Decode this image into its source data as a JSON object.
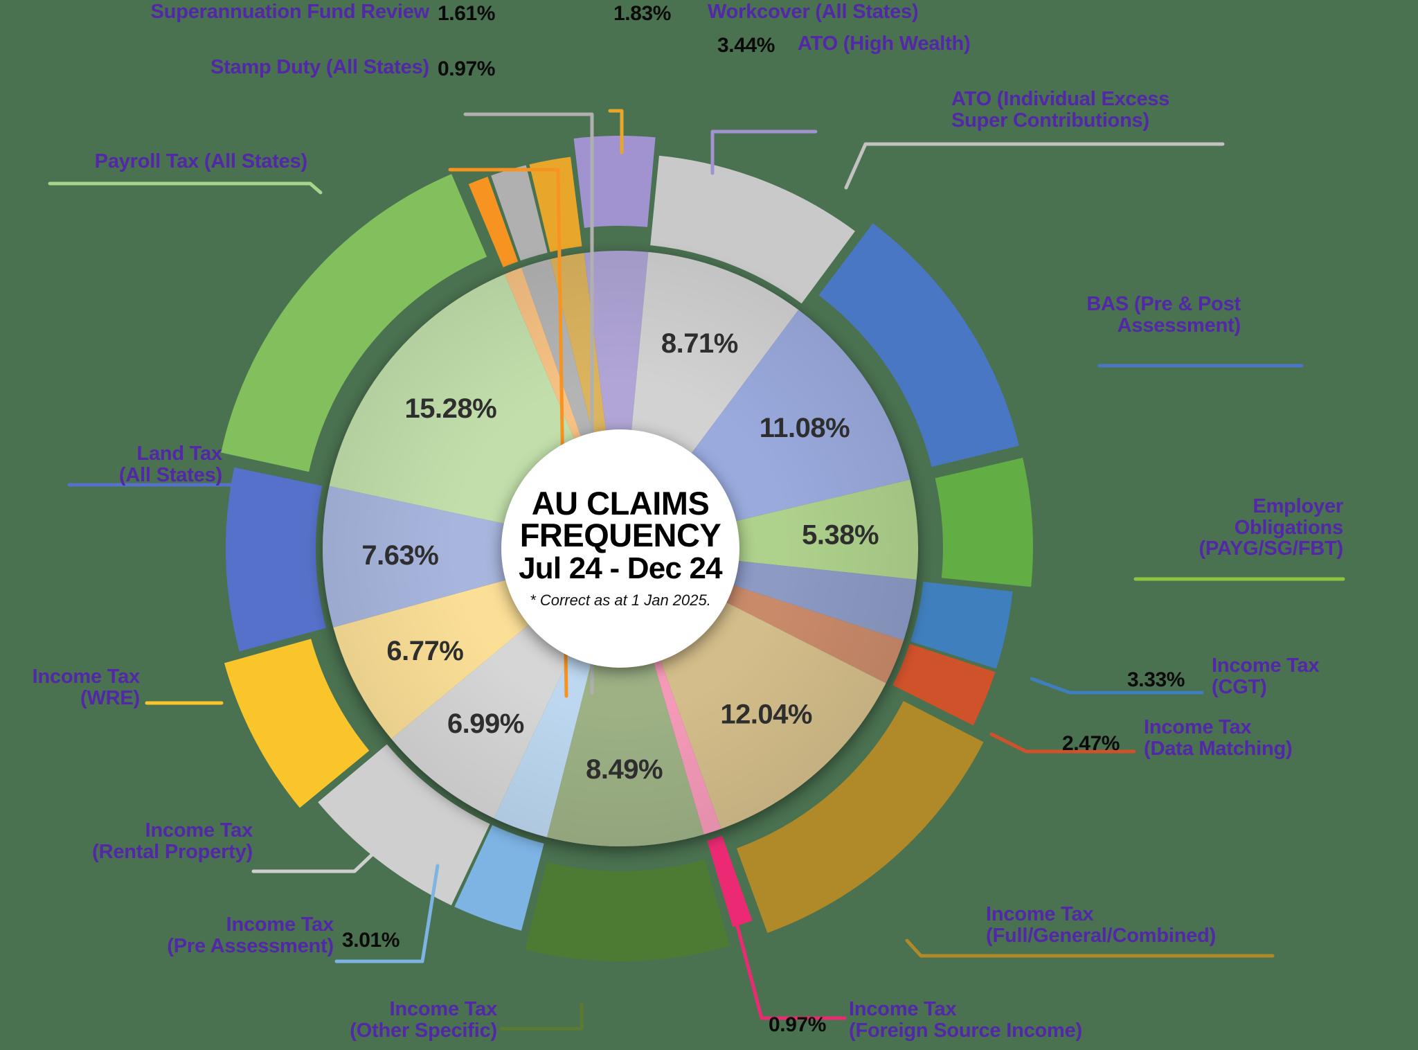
{
  "center": {
    "title_line1": "AU CLAIMS",
    "title_line2": "FREQUENCY",
    "title_line3": "Jul 24 - Dec 24",
    "footnote": "* Correct as at 1 Jan 2025."
  },
  "colors": {
    "background": "#4a7150",
    "label_text": "#5227a8",
    "percent_text": "#0a0a0a",
    "inner_percent_text": "#2e2e2e",
    "hub_background": "#ffffff"
  },
  "chart_data": {
    "type": "pie",
    "title": "AU CLAIMS FREQUENCY Jul 24 - Dec 24",
    "subtitle": "* Correct as at 1 Jan 2025.",
    "unit": "percent",
    "legend": "callout-labels",
    "categories": [
      "ATO (High Wealth)",
      "ATO (Individual Excess Super Contributions)",
      "BAS (Pre & Post Assessment)",
      "Employer Obligations (PAYG/SG/FBT)",
      "Income Tax (CGT)",
      "Income Tax (Data Matching)",
      "Income Tax (Full/General/Combined)",
      "Income Tax (Foreign Source Income)",
      "Income Tax (Other Specific)",
      "Income Tax (Pre Assessment)",
      "Income Tax (Rental Property)",
      "Income Tax (WRE)",
      "Land Tax (All States)",
      "Payroll Tax (All States)",
      "Stamp Duty (All States)",
      "Superannuation Fund Review",
      "Workcover (All States)"
    ],
    "values": [
      3.44,
      8.71,
      11.08,
      5.38,
      3.33,
      2.47,
      12.04,
      0.97,
      8.49,
      3.01,
      6.99,
      6.77,
      7.63,
      15.28,
      0.97,
      1.61,
      1.83
    ],
    "slices": [
      {
        "label": "ATO (High Wealth)",
        "value": 3.44,
        "value_text": "3.44%",
        "color": "#b0a5d6",
        "ring_color": "#a193d0",
        "label_inside": false,
        "exploded": true
      },
      {
        "label": "ATO (Individual Excess Super Contributions)",
        "value": 8.71,
        "value_text": "8.71%",
        "color": "#d2d2d2",
        "ring_color": "#c9c9c9",
        "label_inside": true,
        "exploded": false
      },
      {
        "label": "BAS (Pre & Post Assessment)",
        "value": 11.08,
        "value_text": "11.08%",
        "color": "#9aaadd",
        "ring_color": "#4a77c4",
        "label_inside": true,
        "exploded": true
      },
      {
        "label": "Employer Obligations (PAYG/SG/FBT)",
        "value": 5.38,
        "value_text": "5.38%",
        "color": "#aed18c",
        "ring_color": "#63ad45",
        "label_inside": true,
        "exploded": true
      },
      {
        "label": "Income Tax (CGT)",
        "value": 3.33,
        "value_text": "3.33%",
        "color": "#8c9ac4",
        "ring_color": "#3f7fbe",
        "label_inside": false,
        "exploded": false
      },
      {
        "label": "Income Tax (Data Matching)",
        "value": 2.47,
        "value_text": "2.47%",
        "color": "#c98a6b",
        "ring_color": "#d0522a",
        "label_inside": false,
        "exploded": false
      },
      {
        "label": "Income Tax (Full/General/Combined)",
        "value": 12.04,
        "value_text": "12.04%",
        "color": "#d3bd8a",
        "ring_color": "#b08a28",
        "label_inside": true,
        "exploded": true
      },
      {
        "label": "Income Tax (Foreign Source Income)",
        "value": 0.97,
        "value_text": "0.97%",
        "color": "#f49ab8",
        "ring_color": "#ec2a74",
        "label_inside": false,
        "exploded": false
      },
      {
        "label": "Income Tax (Other Specific)",
        "value": 8.49,
        "value_text": "8.49%",
        "color": "#9db185",
        "ring_color": "#4e7b33",
        "label_inside": true,
        "exploded": true
      },
      {
        "label": "Income Tax (Pre Assessment)",
        "value": 3.01,
        "value_text": "3.01%",
        "color": "#bcd7ef",
        "ring_color": "#7db4e4",
        "label_inside": false,
        "exploded": false
      },
      {
        "label": "Income Tax (Rental Property)",
        "value": 6.99,
        "value_text": "6.99%",
        "color": "#d6d6d6",
        "ring_color": "#cfcfcf",
        "label_inside": true,
        "exploded": false
      },
      {
        "label": "Income Tax (WRE)",
        "value": 6.77,
        "value_text": "6.77%",
        "color": "#fbdf97",
        "ring_color": "#fac52a",
        "label_inside": true,
        "exploded": true
      },
      {
        "label": "Land Tax (All States)",
        "value": 7.63,
        "value_text": "7.63%",
        "color": "#a8b6de",
        "ring_color": "#5571c9",
        "label_inside": true,
        "exploded": false
      },
      {
        "label": "Payroll Tax (All States)",
        "value": 15.28,
        "value_text": "15.28%",
        "color": "#c2dfab",
        "ring_color": "#81c05c",
        "label_inside": true,
        "exploded": true
      },
      {
        "label": "Stamp Duty (All States)",
        "value": 0.97,
        "value_text": "0.97%",
        "color": "#f6c184",
        "ring_color": "#f79421",
        "label_inside": false,
        "exploded": false
      },
      {
        "label": "Superannuation Fund Review",
        "value": 1.61,
        "value_text": "1.61%",
        "color": "#b4b4b4",
        "ring_color": "#b0b0b0",
        "label_inside": false,
        "exploded": false
      },
      {
        "label": "Workcover (All States)",
        "value": 1.83,
        "value_text": "1.83%",
        "color": "#dcb45f",
        "ring_color": "#e8a72a",
        "label_inside": false,
        "exploded": false
      }
    ]
  },
  "callouts": {
    "superannuation_fund_review": {
      "label": "Superannuation Fund Review",
      "value_text": "1.61%"
    },
    "stamp_duty": {
      "label": "Stamp Duty (All States)",
      "value_text": "0.97%"
    },
    "payroll_tax": {
      "label": "Payroll Tax (All States)",
      "value_text": ""
    },
    "workcover": {
      "label": "Workcover (All States)",
      "value_text": "1.83%"
    },
    "ato_high_wealth": {
      "label": "ATO (High Wealth)",
      "value_text": "3.44%"
    },
    "ato_excess_super": {
      "label": "ATO (Individual Excess\nSuper Contributions)",
      "value_text": ""
    },
    "bas": {
      "label": "BAS (Pre & Post\nAssessment)",
      "value_text": ""
    },
    "employer_obligations": {
      "label": "Employer\nObligations\n(PAYG/SG/FBT)",
      "value_text": ""
    },
    "income_tax_cgt": {
      "label": "Income Tax\n(CGT)",
      "value_text": "3.33%"
    },
    "income_tax_data_matching": {
      "label": "Income Tax\n(Data Matching)",
      "value_text": "2.47%"
    },
    "income_tax_full": {
      "label": "Income Tax\n(Full/General/Combined)",
      "value_text": ""
    },
    "income_tax_foreign": {
      "label": "Income Tax\n(Foreign Source Income)",
      "value_text": "0.97%"
    },
    "income_tax_other": {
      "label": "Income Tax\n(Other Specific)",
      "value_text": ""
    },
    "income_tax_pre": {
      "label": "Income Tax\n(Pre Assessment)",
      "value_text": "3.01%"
    },
    "income_tax_rental": {
      "label": "Income Tax\n(Rental Property)",
      "value_text": ""
    },
    "income_tax_wre": {
      "label": "Income Tax\n(WRE)",
      "value_text": ""
    },
    "land_tax": {
      "label": "Land Tax\n(All States)",
      "value_text": ""
    }
  }
}
